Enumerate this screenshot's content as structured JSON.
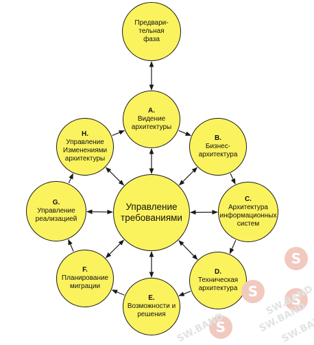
{
  "diagram": {
    "center": {
      "label": "Управление\nтребованиями"
    },
    "preliminary": {
      "label": "Предвари-\nтельная\nфаза"
    },
    "phases": [
      {
        "code": "A.",
        "label": "Видение\nархитектуры"
      },
      {
        "code": "B.",
        "label": "Бизнес-\nархитектура"
      },
      {
        "code": "C.",
        "label": "Архитектура\nинформационных\nсистем"
      },
      {
        "code": "D.",
        "label": "Техническая\nархитектура"
      },
      {
        "code": "E.",
        "label": "Возможности и\nрешения"
      },
      {
        "code": "F.",
        "label": "Планирование\nмиграции"
      },
      {
        "code": "G.",
        "label": "Управление\nреализацией"
      },
      {
        "code": "H.",
        "label": "Управление\nИзменениями\nархитектуры"
      }
    ]
  },
  "watermark": {
    "text": "SW.BAND",
    "logo": "S"
  },
  "colors": {
    "node_fill": "#fbf35e",
    "stroke": "#1a1a1a"
  }
}
